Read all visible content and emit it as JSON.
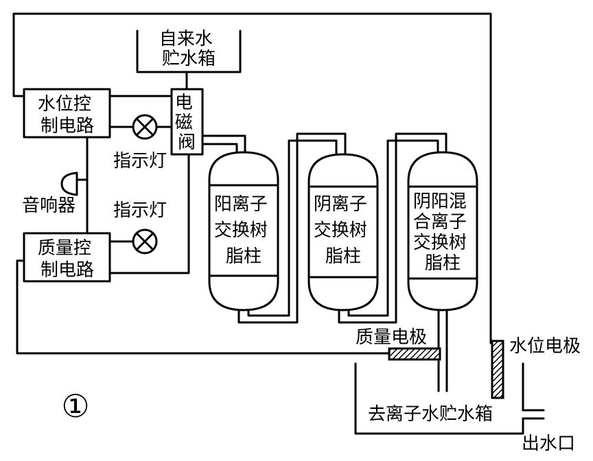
{
  "labels": {
    "tap_water_tank": [
      "自来水",
      "贮水箱"
    ],
    "water_level_circuit": [
      "水位控",
      "制电路"
    ],
    "quality_circuit": [
      "质量控",
      "制电路"
    ],
    "solenoid_valve": [
      "电",
      "磁",
      "阀"
    ],
    "indicator_lamp_top": "指示灯",
    "indicator_lamp_bottom": "指示灯",
    "buzzer": "音响器",
    "cation_column": [
      "阳离子",
      "交换树",
      "脂柱"
    ],
    "anion_column": [
      "阴离子",
      "交换树",
      "脂柱"
    ],
    "mixed_column": [
      "阴阳混",
      "合离子",
      "交换树",
      "脂柱"
    ],
    "quality_electrode": "质量电极",
    "water_level_electrode": "水位电极",
    "deionized_tank": "去离子水贮水箱",
    "outlet": "出水口",
    "figure_number": "①"
  },
  "colors": {
    "line": "#000000",
    "background": "#ffffff",
    "electrode_hatch": "#000000"
  }
}
